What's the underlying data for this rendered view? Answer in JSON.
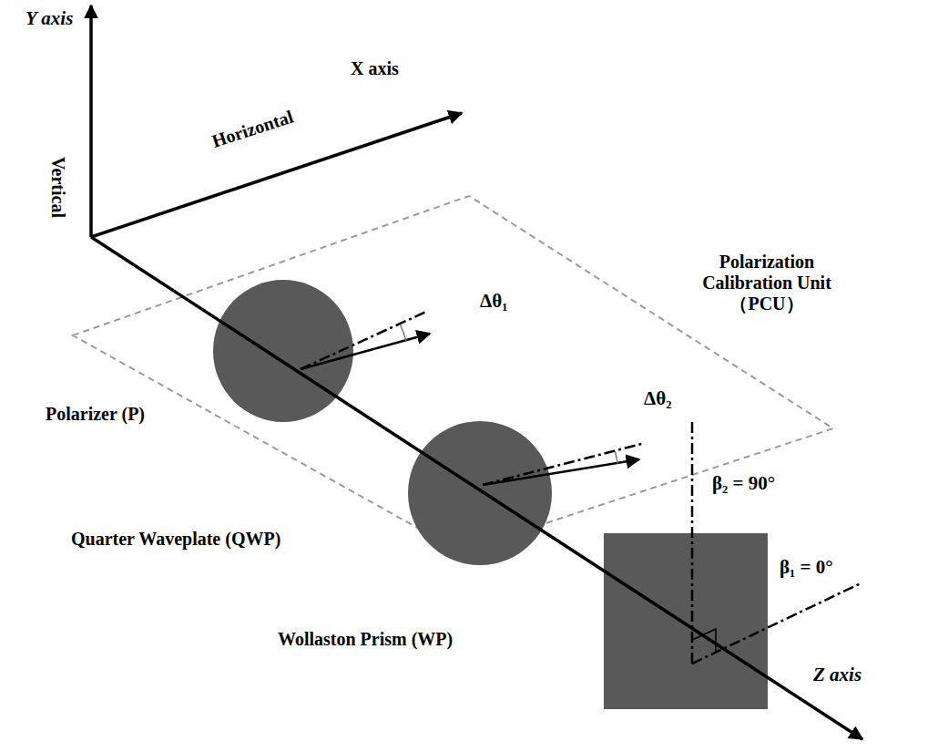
{
  "diagram": {
    "labels": [
      "Y axis",
      "X axis",
      "Vertical",
      "Horizontal",
      "Δθ₁",
      "Polarization Calibration Unit（PCU）",
      "Δθ₂",
      "Polarizer (P)",
      "β₂ = 90°",
      "Quarter Waveplate (QWP)",
      "β₁ = 0°",
      "Wollaston Prism (WP)",
      "Z axis"
    ]
  }
}
